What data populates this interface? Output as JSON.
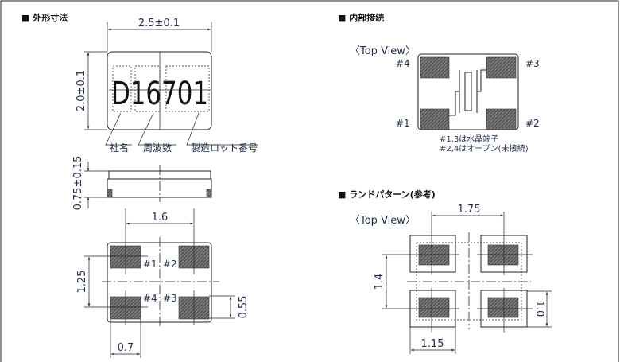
{
  "outline": {
    "heading": "■ 外形寸法",
    "width_dim": "2.5±0.1",
    "height_dim": "2.0±0.1",
    "marking": "D16701",
    "labels": [
      "社名",
      "周波数",
      "製造ロット番号"
    ],
    "thickness_dim": "0.75±0.15",
    "pad_pitch_x": "1.6",
    "pad_pitch_y": "1.25",
    "pad_height": "0.55",
    "pad_width": "0.7",
    "pins": [
      "#1",
      "#2",
      "#4",
      "#3"
    ]
  },
  "internal": {
    "heading": "■ 内部接続",
    "view": "〈Top View〉",
    "pins": [
      "#4",
      "#3",
      "#1",
      "#2"
    ],
    "notes": [
      "#1,3は水晶端子",
      "#2,4はオープン(未接続)"
    ]
  },
  "land": {
    "heading": "■ ランドパターン(参考)",
    "view": "〈Top View〉",
    "pitch_x": "1.75",
    "pitch_y": "1.4",
    "land_height": "1.0",
    "land_width": "1.15"
  }
}
